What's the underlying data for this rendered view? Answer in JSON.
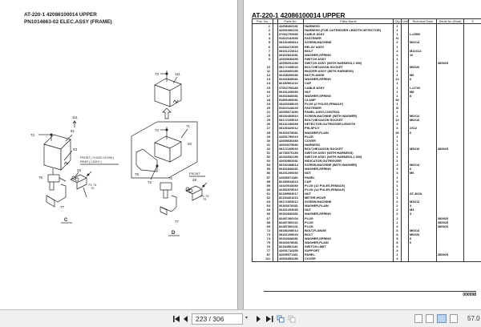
{
  "left_page": {
    "title_line1": "AT-220-1 42086100014 UPPER",
    "title_line2": "PN1014663-02 ELEC.ASSY (FRAME)",
    "diagram": {
      "view_c_label": "C",
      "view_d_label": "D",
      "callouts_c": [
        "111",
        "81",
        "72",
        "93",
        "76",
        "28",
        "73",
        "74",
        "75",
        "77"
      ],
      "callouts_d": [
        "72",
        "111",
        "71",
        "93",
        "75",
        "72",
        "76",
        "28",
        "73",
        "74",
        "75",
        "77"
      ],
      "note_c_line1": "FRONT ( CH203~CH205 )",
      "note_c_line2": "REAR ( CH201 )",
      "note_d": "FRONT"
    }
  },
  "right_page": {
    "title": "AT-220-1 42086100014 UPPER",
    "columns": [
      "Pos. No.",
      "",
      "Parts No.",
      "Parts Name",
      "Qty",
      "Unit",
      "Technical Data",
      "Serial No.(Start)",
      "S"
    ],
    "rows": [
      {
        "pos": "1",
        "part_no": "42658400191",
        "name": "HARNESS",
        "qty": "1",
        "tech": "",
        "serial": ""
      },
      {
        "pos": "2",
        "part_no": "42651906203",
        "name": "HARNESS (FOR OUTRIGGER LENGTH DETECTOR)",
        "qty": "1",
        "tech": "",
        "serial": ""
      },
      {
        "pos": "3",
        "part_no": "37062700980",
        "name": "CABLE ASSY",
        "qty": "1",
        "tech": "L=2500",
        "serial": ""
      },
      {
        "pos": "4",
        "part_no": "91810132530",
        "name": "FASTENER",
        "qty": "N",
        "tech": "",
        "serial": ""
      },
      {
        "pos": "5",
        "part_no": "08192400814",
        "name": "SCREW,MACHINE",
        "qty": "2",
        "tech": "M6X14",
        "serial": ""
      },
      {
        "pos": "6",
        "part_no": "42654272090",
        "name": "RELAY ASSY",
        "qty": "1",
        "tech": "",
        "serial": ""
      },
      {
        "pos": "7",
        "part_no": "08161210814",
        "name": "BOLT",
        "qty": "4",
        "tech": "M10X14",
        "serial": ""
      },
      {
        "pos": "8",
        "part_no": "06302841081",
        "name": "WASHER,SPRING",
        "qty": "4",
        "tech": "10",
        "serial": ""
      },
      {
        "pos": "9",
        "part_no": "42653630490",
        "name": "SWITCH ASSY",
        "qty": "1",
        "tech": "",
        "serial": ""
      },
      {
        "pos": "",
        "part_no": "42655291280",
        "name": "SWITCH ASSY (WITH HARNESS,1 SW)",
        "qty": "1",
        "tech": "",
        "serial": "380925"
      },
      {
        "pos": "10",
        "part_no": "08172105020",
        "name": "BOLT,HEXAGON SOCKET",
        "qty": "2",
        "tech": "M5X20",
        "serial": ""
      },
      {
        "pos": "11",
        "part_no": "44436660280",
        "name": "BUZZER ASSY (WITH HARNESS)",
        "qty": "1",
        "tech": "",
        "serial": ""
      },
      {
        "pos": "12",
        "part_no": "06208206080",
        "name": "NUT,FLANGE",
        "qty": "1",
        "tech": "M6",
        "serial": ""
      },
      {
        "pos": "13",
        "part_no": "06302846081",
        "name": "WASHER,SPRING",
        "qty": "12",
        "tech": "6",
        "serial": ""
      },
      {
        "pos": "14",
        "part_no": "82180901216",
        "name": "CAP",
        "qty": "1",
        "tech": "",
        "serial": ""
      },
      {
        "pos": "15",
        "part_no": "37062708180",
        "name": "CABLE ASSY",
        "qty": "1",
        "tech": "L=1700",
        "serial": ""
      },
      {
        "pos": "16",
        "part_no": "06201200080",
        "name": "NUT",
        "qty": "1",
        "tech": "M8",
        "serial": ""
      },
      {
        "pos": "17",
        "part_no": "06302840081",
        "name": "WASHER,SPRING",
        "qty": "1",
        "tech": "8",
        "serial": ""
      },
      {
        "pos": "18",
        "part_no": "91806406081",
        "name": "CLAMP",
        "qty": "40",
        "tech": "",
        "serial": ""
      },
      {
        "pos": "19",
        "part_no": "43433338020",
        "name": "PLUG (2 POLES,FEMALE)",
        "qty": "1",
        "tech": "",
        "serial": ""
      },
      {
        "pos": "20",
        "part_no": "91810128240",
        "name": "FASTENER",
        "qty": "N",
        "tech": "",
        "serial": ""
      },
      {
        "pos": "21",
        "part_no": "42655071080",
        "name": "PANEL ASSY,CONTROL",
        "qty": "1",
        "tech": "",
        "serial": ""
      },
      {
        "pos": "22",
        "part_no": "08192400814",
        "name": "SCREW,MACHINE (WITH WASHER)",
        "qty": "4",
        "tech": "M6X14",
        "serial": ""
      },
      {
        "pos": "25",
        "part_no": "08172105016",
        "name": "BOLT,HEXAGON SOCKET",
        "qty": "12",
        "tech": "M6X16",
        "serial": ""
      },
      {
        "pos": "26",
        "part_no": "08132150080",
        "name": "DETECTOR,OUTRIGGER LENGTH",
        "qty": "4",
        "tech": "",
        "serial": ""
      },
      {
        "pos": "27",
        "part_no": "08136320012",
        "name": "PIN,SPLIT",
        "qty": "4",
        "tech": "2X12",
        "serial": ""
      },
      {
        "pos": "28",
        "part_no": "06303078081",
        "name": "WASHER,PLAIN",
        "qty": "36",
        "tech": "6",
        "serial": ""
      },
      {
        "pos": "29",
        "part_no": "42651790010",
        "name": "PLUG",
        "qty": "1",
        "tech": "",
        "serial": ""
      },
      {
        "pos": "30",
        "part_no": "42655630380",
        "name": "COVER",
        "qty": "1",
        "tech": "",
        "serial": ""
      },
      {
        "pos": "31",
        "part_no": "42654075080",
        "name": "HARNESS",
        "qty": "1",
        "tech": "",
        "serial": ""
      },
      {
        "pos": "32",
        "part_no": "08172105016",
        "name": "BOLT,HEXAGON SOCKET",
        "qty": "2",
        "tech": "M5X16",
        "serial": "380925"
      },
      {
        "pos": "51",
        "part_no": "42736070180",
        "name": "SWITCH ASSY (WITH HARNESS)",
        "qty": "1",
        "tech": "",
        "serial": ""
      },
      {
        "pos": "52",
        "part_no": "42432052180",
        "name": "SWITCH ASSY (WITH HARNESS,1 SW)",
        "qty": "1",
        "tech": "",
        "serial": ""
      },
      {
        "pos": "53",
        "part_no": "42652802081",
        "name": "INDICATOR,OUTRIGGER",
        "qty": "1",
        "tech": "",
        "serial": ""
      },
      {
        "pos": "54",
        "part_no": "08192408814",
        "name": "SCREW,MACHINE (WITH WASHER)",
        "qty": "4",
        "tech": "M6X14",
        "serial": ""
      },
      {
        "pos": "55",
        "part_no": "06302846081",
        "name": "WASHER,SPRING",
        "qty": "4",
        "tech": "6",
        "serial": ""
      },
      {
        "pos": "56",
        "part_no": "06201200080",
        "name": "NUT",
        "qty": "4",
        "tech": "M6",
        "serial": ""
      },
      {
        "pos": "57",
        "part_no": "42655071180",
        "name": "PANEL",
        "qty": "1",
        "tech": "",
        "serial": ""
      },
      {
        "pos": "58",
        "part_no": "82189914013",
        "name": "CAP",
        "qty": "2",
        "tech": "",
        "serial": ""
      },
      {
        "pos": "59",
        "part_no": "44320016080",
        "name": "PLUG (12 POLES,FEMALE)",
        "qty": "1",
        "tech": "",
        "serial": ""
      },
      {
        "pos": "60",
        "part_no": "42352978010",
        "name": "PLUG (14 POLES,FEMALE)",
        "qty": "1",
        "tech": "",
        "serial": ""
      },
      {
        "pos": "61",
        "part_no": "82189904017",
        "name": "NUT",
        "qty": "2",
        "tech": "AT-401N",
        "serial": ""
      },
      {
        "pos": "62",
        "part_no": "82154301010",
        "name": "METER,HOUR",
        "qty": "1",
        "tech": "",
        "serial": ""
      },
      {
        "pos": "63",
        "part_no": "08172303012",
        "name": "SCREW,MACHINE",
        "qty": "2",
        "tech": "M3X12",
        "serial": ""
      },
      {
        "pos": "64",
        "part_no": "06303078381",
        "name": "WASHER,PLAIN",
        "qty": "2",
        "tech": "3",
        "serial": ""
      },
      {
        "pos": "65",
        "part_no": "06201203080",
        "name": "NUT",
        "qty": "2",
        "tech": "M3",
        "serial": ""
      },
      {
        "pos": "66",
        "part_no": "06302840381",
        "name": "WASHER,SPRING",
        "qty": "2",
        "tech": "3",
        "serial": ""
      },
      {
        "pos": "67",
        "part_no": "82487300104",
        "name": "PLUG",
        "qty": "2",
        "tech": "",
        "serial": "380925"
      },
      {
        "pos": "68",
        "part_no": "82487300114",
        "name": "PLUG",
        "qty": "1",
        "tech": "",
        "serial": "380925"
      },
      {
        "pos": "69",
        "part_no": "82487300101",
        "name": "PLUG",
        "qty": "2",
        "tech": "",
        "serial": "380925"
      },
      {
        "pos": "72",
        "part_no": "08186208014",
        "name": "BOLT,FLANGE",
        "qty": "8",
        "tech": "M6X14",
        "serial": ""
      },
      {
        "pos": "73",
        "part_no": "08161208020",
        "name": "BOLT",
        "qty": "8",
        "tech": "M6X20",
        "serial": ""
      },
      {
        "pos": "74",
        "part_no": "06302846081",
        "name": "WASHER,SPRING",
        "qty": "8",
        "tech": "6",
        "serial": ""
      },
      {
        "pos": "75",
        "part_no": "06303078081",
        "name": "WASHER,PLAIN",
        "qty": "8",
        "tech": "6",
        "serial": ""
      },
      {
        "pos": "76",
        "part_no": "82184901140",
        "name": "SWITCH,LIMIT",
        "qty": "4",
        "tech": "",
        "serial": ""
      },
      {
        "pos": "77",
        "part_no": "42651716350",
        "name": "SUPPORT",
        "qty": "4",
        "tech": "",
        "serial": ""
      },
      {
        "pos": "87",
        "part_no": "42655071181",
        "name": "PANEL",
        "qty": "1",
        "tech": "",
        "serial": "380925"
      },
      {
        "pos": "111",
        "part_no": "42651893180",
        "name": "COVER",
        "qty": "4",
        "tech": "",
        "serial": ""
      }
    ],
    "footer_code": "000098"
  },
  "toolbar": {
    "first_page_icon": "first-page-icon",
    "prev_page_icon": "prev-page-icon",
    "page_display": "223 / 306",
    "current_page": "223",
    "total_pages": "306",
    "next_page_icon": "next-page-icon",
    "last_page_icon": "last-page-icon",
    "zoom_value": "57.0",
    "view_modes": [
      "single-page",
      "continuous",
      "two-page",
      "two-page-continuous"
    ],
    "active_view_mode": "two-page",
    "active_color": "#bcd3ec"
  }
}
